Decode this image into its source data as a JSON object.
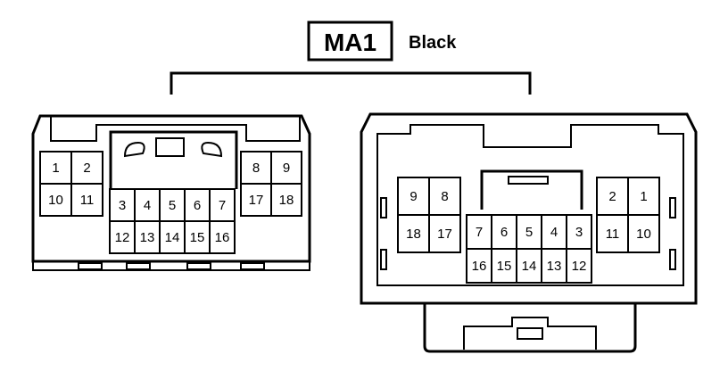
{
  "header": {
    "connector_code": "MA1",
    "color_label": "Black"
  },
  "connectors": [
    {
      "name": "male-connector",
      "pins": {
        "left_block": [
          [
            "1",
            "2"
          ],
          [
            "10",
            "11"
          ]
        ],
        "center_block": [
          [
            "3",
            "4",
            "5",
            "6",
            "7"
          ],
          [
            "12",
            "13",
            "14",
            "15",
            "16"
          ]
        ],
        "right_block": [
          [
            "8",
            "9"
          ],
          [
            "17",
            "18"
          ]
        ]
      }
    },
    {
      "name": "female-connector",
      "pins": {
        "left_block": [
          [
            "9",
            "8"
          ],
          [
            "18",
            "17"
          ]
        ],
        "center_block": [
          [
            "7",
            "6",
            "5",
            "4",
            "3"
          ],
          [
            "16",
            "15",
            "14",
            "13",
            "12"
          ]
        ],
        "right_block": [
          [
            "2",
            "1"
          ],
          [
            "11",
            "10"
          ]
        ]
      }
    }
  ],
  "colors": {
    "line": "#000000",
    "background": "#ffffff"
  }
}
